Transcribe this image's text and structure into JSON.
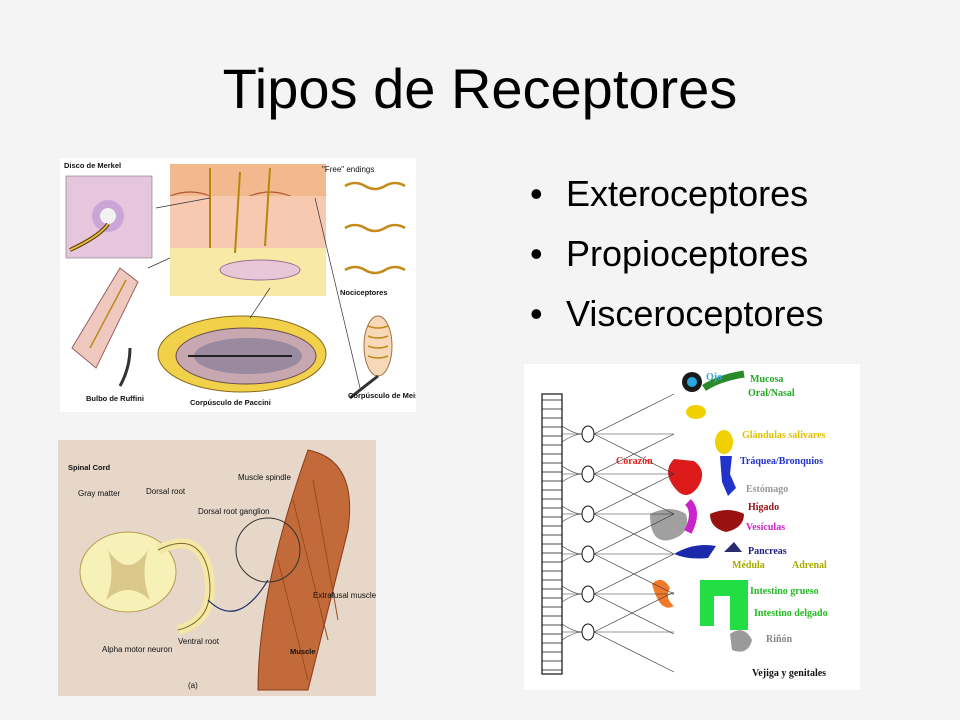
{
  "slide": {
    "title": "Tipos de Receptores",
    "bullets": [
      {
        "text": "Exteroceptores"
      },
      {
        "text": "Propioceptores"
      },
      {
        "text": "Visceroceptores"
      }
    ],
    "bullet_glyph": "•"
  },
  "figures": {
    "skin_receptors": {
      "labels": {
        "merkel": "Disco de Merkel",
        "free_endings": "\"Free\" endings",
        "nociceptors": "Nociceptores",
        "ruffini": "Bulbo de Ruffini",
        "paccini": "Corpúsculo de Paccini",
        "meissner": "Corpúsculo de Meissner"
      }
    },
    "spinal_reflex": {
      "labels": {
        "spinal_cord": "Spinal Cord",
        "gray_matter": "Gray matter",
        "dorsal_root": "Dorsal root",
        "dorsal_root_ganglion": "Dorsal root ganglion",
        "muscle_spindle": "Muscle spindle",
        "extrafusal": "Extrafusal muscle fibers",
        "ventral_root": "Ventral root",
        "alpha_motor": "Alpha motor neuron",
        "muscle": "Muscle",
        "panel": "(a)"
      }
    },
    "visceral": {
      "labels": [
        {
          "key": "ojo",
          "text": "Ojo",
          "color": "#33aadd"
        },
        {
          "key": "mucosa",
          "text": "Mucosa",
          "color": "#22aa22"
        },
        {
          "key": "oral_nasal",
          "text": "Oral/Nasal",
          "color": "#22aa22"
        },
        {
          "key": "glandulas",
          "text": "Glándulas salivares",
          "color": "#e0c000"
        },
        {
          "key": "corazon",
          "text": "Corazón",
          "color": "#dd2222"
        },
        {
          "key": "traquea",
          "text": "Tráquea/Bronquios",
          "color": "#2233cc"
        },
        {
          "key": "estomago",
          "text": "Estómago",
          "color": "#999999"
        },
        {
          "key": "higado",
          "text": "Hígado",
          "color": "#991111"
        },
        {
          "key": "vesiculas",
          "text": "Vesículas",
          "color": "#cc22cc"
        },
        {
          "key": "pancreas",
          "text": "Pancreas",
          "color": "#222288"
        },
        {
          "key": "medula",
          "text": "Médula",
          "color": "#aaaa00"
        },
        {
          "key": "adrenal",
          "text": "Adrenal",
          "color": "#aaaa00"
        },
        {
          "key": "intestino_grueso",
          "text": "Intestino grueso",
          "color": "#22bb22"
        },
        {
          "key": "intestino_delgado",
          "text": "Intestino delgado",
          "color": "#22bb22"
        },
        {
          "key": "rinon",
          "text": "Riñón",
          "color": "#888888"
        },
        {
          "key": "vejiga",
          "text": "Vejiga y genitales",
          "color": "#111111"
        }
      ]
    }
  }
}
